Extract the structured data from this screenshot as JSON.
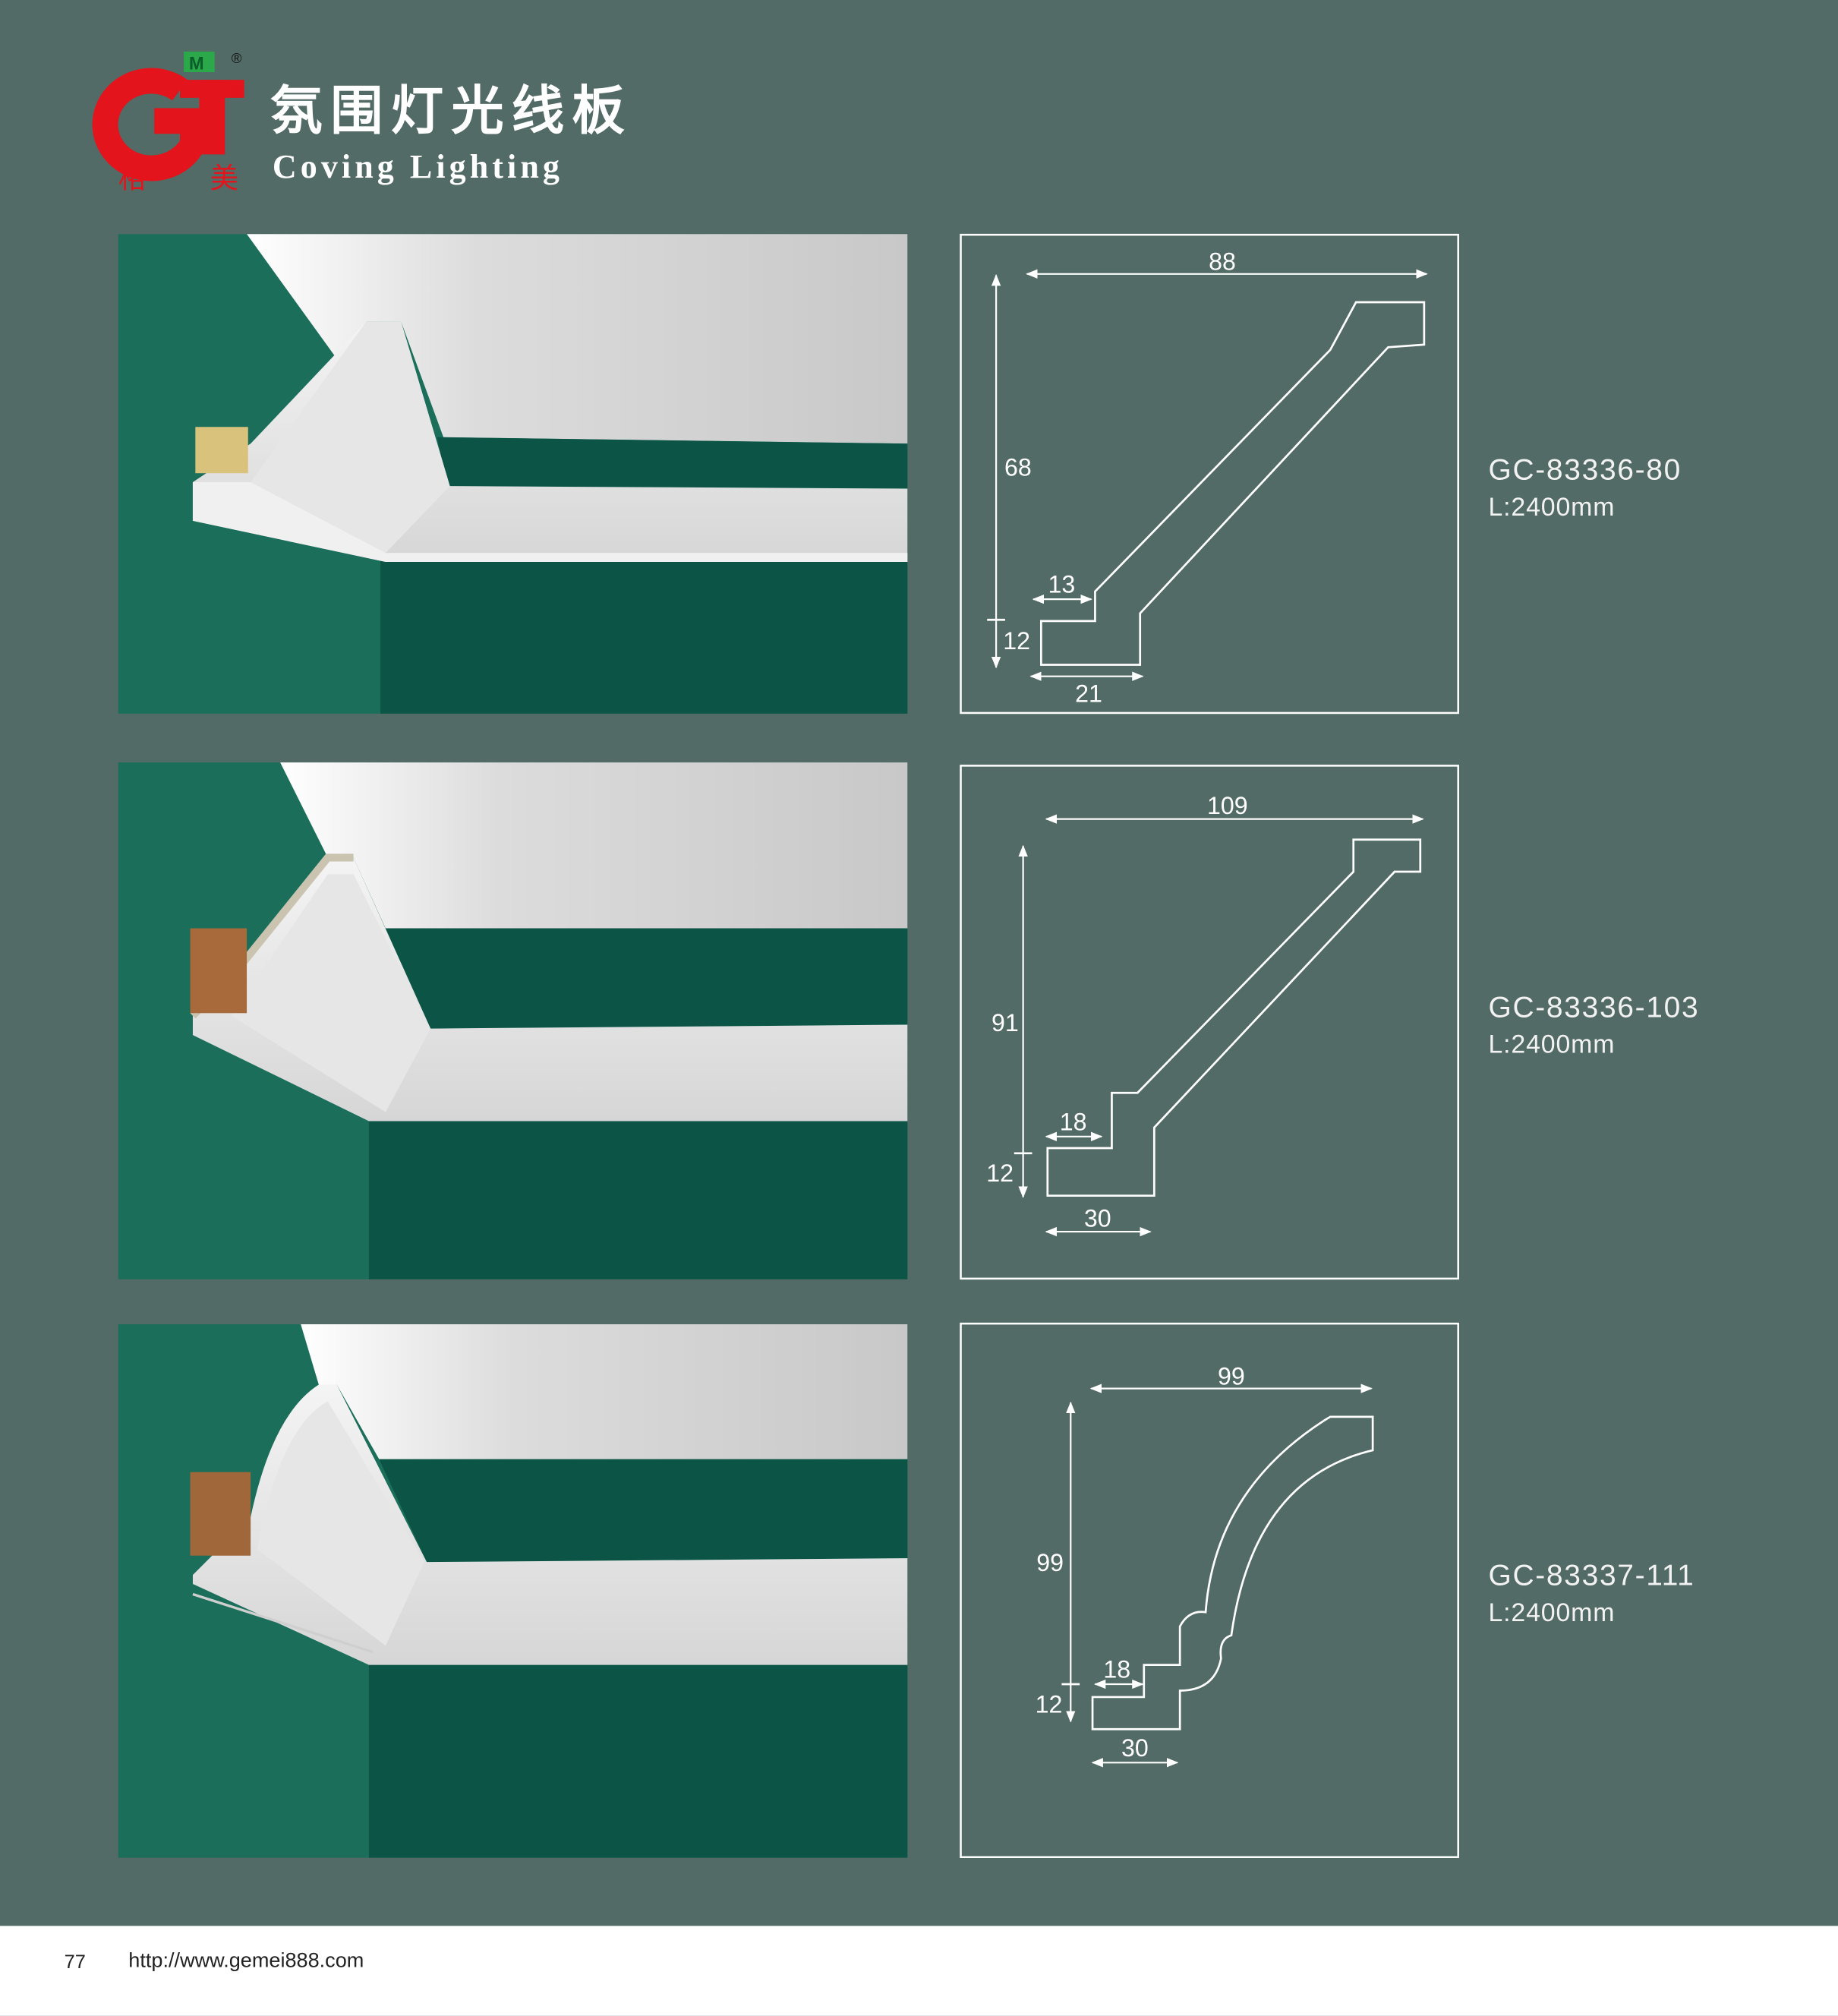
{
  "header": {
    "logo_text": "G",
    "logo_sub": "格 美",
    "logo_mark": "M",
    "registered": "®",
    "title_cn": "氛围灯光线板",
    "title_en": "Coving Lighting"
  },
  "products": [
    {
      "model": "GC-83336-80",
      "length": "L:2400mm",
      "dims": {
        "width": "88",
        "height": "68",
        "base_height": "12",
        "step": "13",
        "base_width": "21"
      }
    },
    {
      "model": "GC-83336-103",
      "length": "L:2400mm",
      "dims": {
        "width": "109",
        "height": "91",
        "base_height": "12",
        "step": "18",
        "base_width": "30"
      }
    },
    {
      "model": "GC-83337-111",
      "length": "L:2400mm",
      "dims": {
        "width": "99",
        "height": "99",
        "base_height": "12",
        "step": "18",
        "base_width": "30"
      }
    }
  ],
  "footer": {
    "page_number": "77",
    "url": "http://www.gemei888.com"
  },
  "colors": {
    "background": "#536b66",
    "wall": "#1a6e5a",
    "wall_dark": "#0c5446",
    "logo_red": "#e3141b",
    "logo_green": "#2aa84a"
  }
}
